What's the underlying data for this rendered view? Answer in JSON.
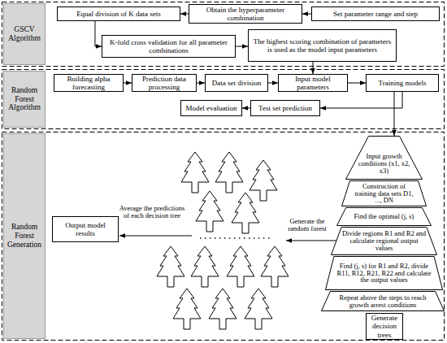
{
  "diagram": {
    "nodes": [
      {
        "text": [
          "GSCV Algorithm"
        ]
      },
      {
        "text": [
          "Equal division of K data sets"
        ],
        "in": 0
      },
      {
        "text": [
          "Obtain the hyperparameter combination"
        ],
        "in": 0
      },
      {
        "text": [
          "Set parameter range and step"
        ],
        "in": 0
      },
      {
        "text": [
          "K-fold cross validation for all parameter combinations"
        ],
        "in": 0
      },
      {
        "text": [
          "The highest scoring combination of parameters is used as the model input parameters"
        ],
        "in": 0
      },
      {
        "text": [
          "Random Forest Algorithm"
        ]
      },
      {
        "text": [
          "Building alpha forecasting"
        ],
        "in": 6
      },
      {
        "text": [
          "Prediction data processing"
        ],
        "in": 6
      },
      {
        "text": [
          "Data set division"
        ],
        "in": 6
      },
      {
        "text": [
          "Input model parameters"
        ],
        "in": 6
      },
      {
        "text": [
          "Training models"
        ],
        "in": 6
      },
      {
        "text": [
          "Model evaluation"
        ],
        "in": 6
      },
      {
        "text": [
          "Test set prediction"
        ],
        "in": 6
      },
      {
        "text": [
          "Random Forest Generation"
        ]
      },
      {
        "text": [
          "Input growth conditions (x1, x2, x3)"
        ],
        "in": 14
      },
      {
        "text": [
          "Construction of training data sets D1, ..., DN"
        ],
        "in": 14
      },
      {
        "text": [
          "Find the optimal (j, s)"
        ],
        "in": 14
      },
      {
        "text": [
          "Divide regions R1 and R2 and calculate regional output values"
        ],
        "in": 14
      },
      {
        "text": [
          "Find (j, s) for R1 and R2, divide R11, R12, R21, R22 and calculate the output values"
        ],
        "in": 14
      },
      {
        "text": [
          "Repeat above the steps to reach growth arrest conditions"
        ],
        "in": 14
      },
      {
        "text": [
          "Generate decision trees"
        ],
        "in": 14
      },
      {
        "text": [
          "Output model results"
        ],
        "in": 14
      }
    ],
    "edges": [
      {
        "from": 3,
        "to": 2,
        "arrow": "to"
      },
      {
        "from": 2,
        "to": 1,
        "arrow": "to"
      },
      {
        "from": 1,
        "to": 4,
        "arrow": "to"
      },
      {
        "from": 4,
        "to": 5,
        "arrow": "to"
      },
      {
        "from": 5,
        "to": 10,
        "arrow": "to"
      },
      {
        "from": 7,
        "to": 8,
        "arrow": "to"
      },
      {
        "from": 8,
        "to": 9,
        "arrow": "to"
      },
      {
        "from": 9,
        "to": 10,
        "arrow": "to"
      },
      {
        "from": 10,
        "to": 11,
        "arrow": "to"
      },
      {
        "from": 11,
        "to": 13,
        "arrow": "to"
      },
      {
        "from": 13,
        "to": 12,
        "arrow": "to"
      },
      {
        "from": 11,
        "to": 15,
        "arrow": "to"
      }
    ],
    "labels": [
      "Generate the random forest",
      "Average the predictions of each decision tree"
    ]
  }
}
